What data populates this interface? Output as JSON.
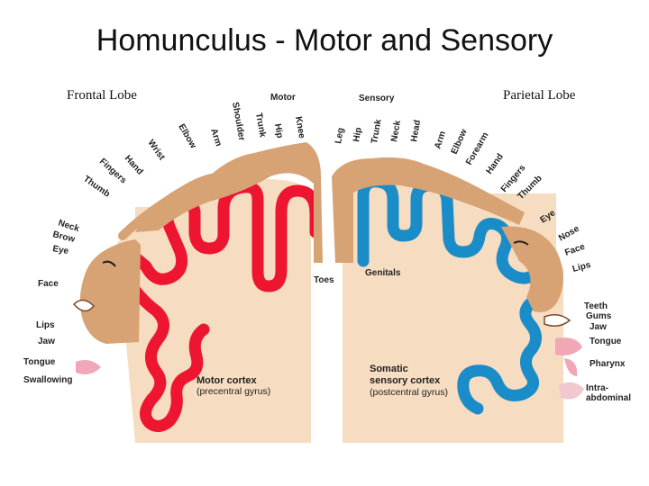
{
  "title": "Homunculus - Motor and Sensory",
  "lobes": {
    "left": "Frontal Lobe",
    "right": "Parietal Lobe"
  },
  "headers": {
    "motor": "Motor",
    "sensory": "Sensory"
  },
  "motor_labels": [
    "Shoulder",
    "Trunk",
    "Hip",
    "Knee",
    "Arm",
    "Elbow",
    "Wrist",
    "Hand",
    "Fingers",
    "Thumb",
    "Neck",
    "Brow",
    "Eye",
    "Face",
    "Lips",
    "Jaw",
    "Tongue",
    "Swallowing",
    "Toes"
  ],
  "sensory_labels": [
    "Leg",
    "Hip",
    "Trunk",
    "Neck",
    "Head",
    "Arm",
    "Elbow",
    "Forearm",
    "Hand",
    "Fingers",
    "Thumb",
    "Eye",
    "Nose",
    "Face",
    "Lips",
    "Teeth",
    "Gums",
    "Jaw",
    "Tongue",
    "Pharynx",
    "Intra-",
    "abdominal",
    "Genitals"
  ],
  "captions": {
    "motor": {
      "line1": "Motor cortex",
      "line2": "(precentral gyrus)"
    },
    "sensory": {
      "line1": "Somatic",
      "line2": "sensory cortex",
      "line3": "(postcentral gyrus)"
    }
  },
  "colors": {
    "motor": "#ee1530",
    "sensory": "#1a8cc8",
    "tissue": "#f6dcc0",
    "skin": "#d7a274",
    "tongue": "#f2a7b6"
  }
}
